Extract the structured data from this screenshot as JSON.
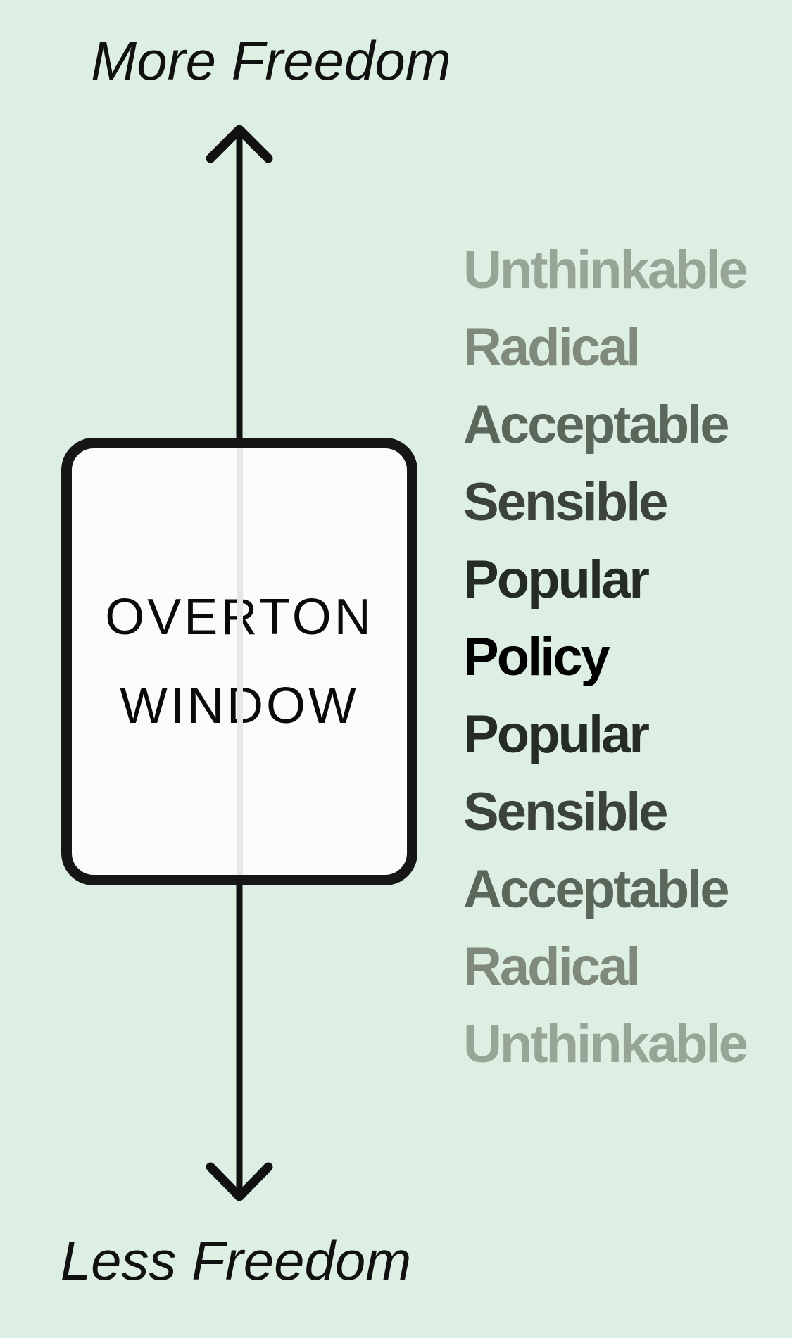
{
  "title": "Overton Window diagram",
  "colors": {
    "background": "#ddefe2",
    "box_fill": "#fafbfa",
    "box_border": "#161616",
    "arrow": "#111111",
    "inner_line": "#e5e7e5",
    "label_text": "#111111",
    "window_text": "#0a0a0a"
  },
  "axis": {
    "top_label": "More Freedom",
    "bottom_label": "Less Freedom"
  },
  "window_box": {
    "line1": "OVERTON",
    "line2": "WINDOW"
  },
  "scale_words": [
    {
      "label": "Unthinkable",
      "color": "#97a597"
    },
    {
      "label": "Radical",
      "color": "#7f8a7c"
    },
    {
      "label": "Acceptable",
      "color": "#5b675b"
    },
    {
      "label": "Sensible",
      "color": "#3b433b"
    },
    {
      "label": "Popular",
      "color": "#252b25"
    },
    {
      "label": "Policy",
      "color": "#010101"
    },
    {
      "label": "Popular",
      "color": "#252b25"
    },
    {
      "label": "Sensible",
      "color": "#3b433b"
    },
    {
      "label": "Acceptable",
      "color": "#5b675b"
    },
    {
      "label": "Radical",
      "color": "#7f8a7c"
    },
    {
      "label": "Unthinkable",
      "color": "#97a597"
    }
  ]
}
